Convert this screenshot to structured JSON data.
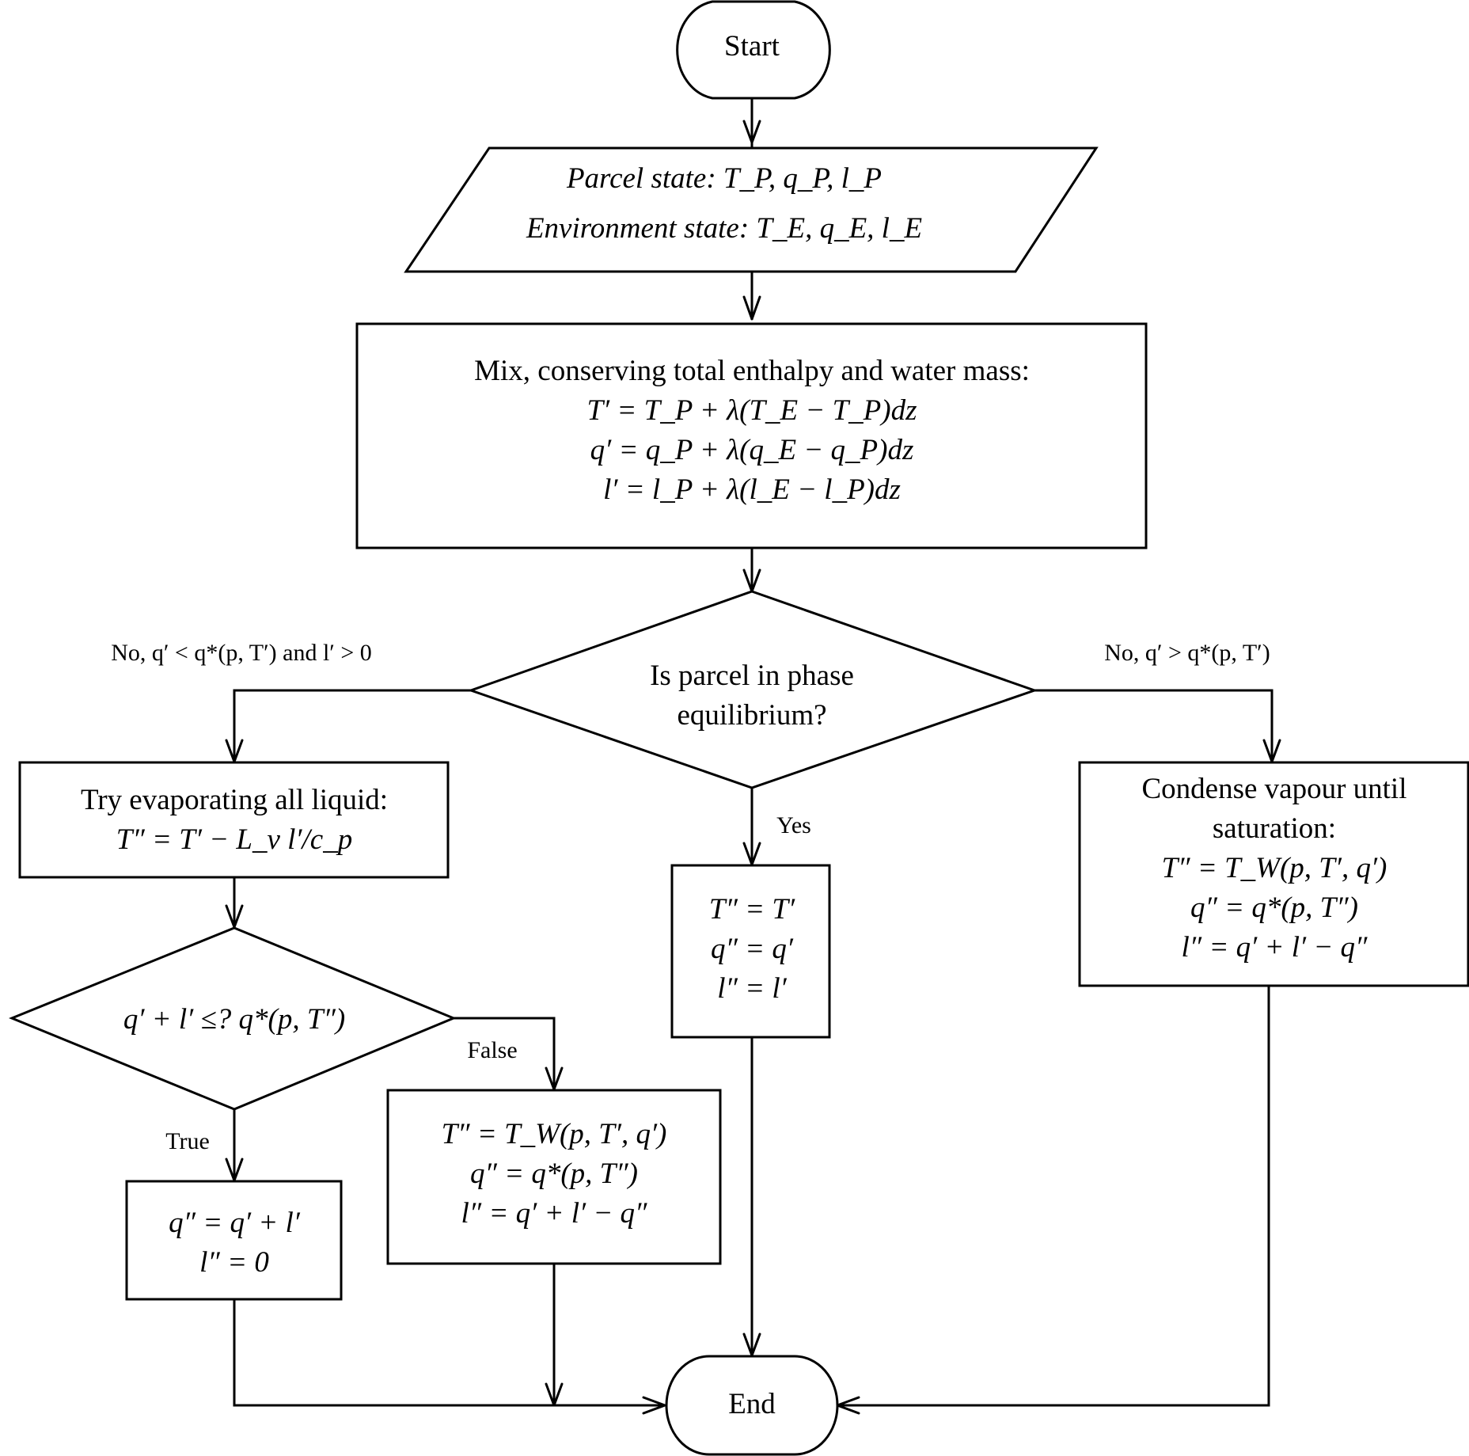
{
  "nodes": {
    "start": {
      "label": "Start"
    },
    "input": {
      "line1": "Parcel state: T_P, q_P, l_P",
      "line2": "Environment state: T_E, q_E, l_E"
    },
    "mix": {
      "title": "Mix, conserving total enthalpy and water mass:",
      "eq1": "T′ = T_P + λ(T_E − T_P)dz",
      "eq2": "q′ = q_P + λ(q_E − q_P)dz",
      "eq3": "l′ = l_P + λ(l_E − l_P)dz"
    },
    "decision_equilibrium": {
      "line1": "Is parcel in phase",
      "line2": "equilibrium?"
    },
    "evaporate": {
      "title": "Try evaporating all liquid:",
      "eq": "T″ = T′ − L_v l′/c_p"
    },
    "decision_evap": {
      "expr": "q′ + l′ ≤? q*(p, T″)"
    },
    "evap_true": {
      "eq1": "q″ = q′ + l′",
      "eq2": "l″ = 0"
    },
    "evap_false": {
      "eq1": "T″ = T_W(p, T′, q′)",
      "eq2": "q″ = q*(p, T″)",
      "eq3": "l″ = q′ + l′ − q″"
    },
    "equilibrium": {
      "eq1": "T″ = T′",
      "eq2": "q″ = q′",
      "eq3": "l″ = l′"
    },
    "condense": {
      "line1": "Condense vapour until",
      "line2": "saturation:",
      "eq1": "T″ = T_W(p, T′, q′)",
      "eq2": "q″ = q*(p, T″)",
      "eq3": "l″ = q′ + l′ − q″"
    },
    "end": {
      "label": "End"
    }
  },
  "edge_labels": {
    "left_no": "No, q′ < q*(p, T′) and l′ > 0",
    "right_no": "No, q′ > q*(p, T′)",
    "yes": "Yes",
    "true": "True",
    "false": "False"
  }
}
